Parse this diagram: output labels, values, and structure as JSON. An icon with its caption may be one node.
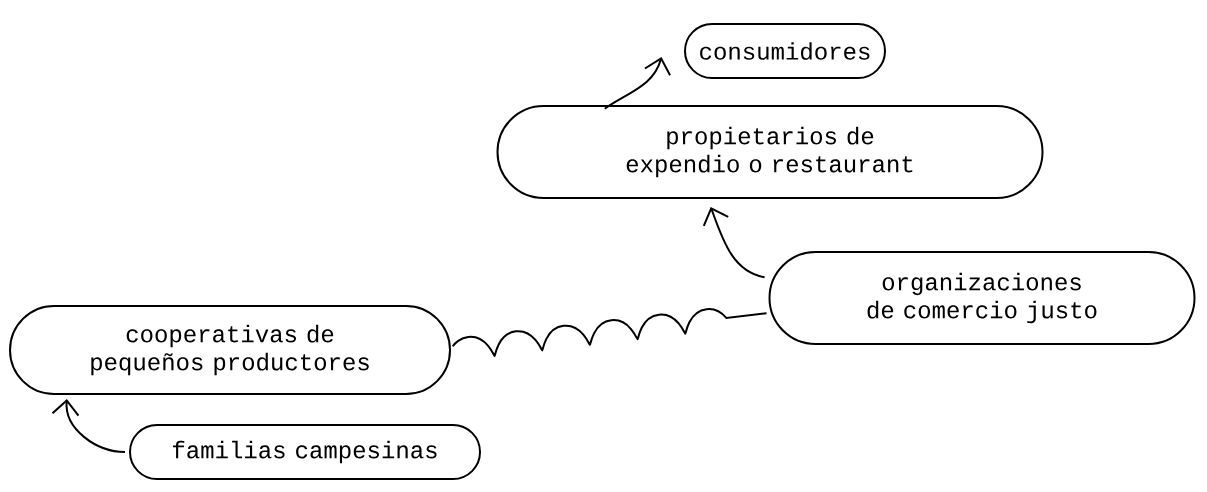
{
  "diagram": {
    "nodes": [
      {
        "text": [
          "consumidores"
        ]
      },
      {
        "text": [
          "propietarios de expendio o restaurant"
        ]
      },
      {
        "text": [
          "organizaciones de comercio justo"
        ]
      },
      {
        "text": [
          "cooperativas de pequeños productores"
        ]
      },
      {
        "text": [
          "familias campesinas"
        ]
      }
    ],
    "edges": [
      {
        "from": 4,
        "to": 3,
        "arrow": "to"
      },
      {
        "from": 3,
        "to": 2,
        "arrow": "none"
      },
      {
        "from": 2,
        "to": 1,
        "arrow": "to"
      },
      {
        "from": 1,
        "to": 0,
        "arrow": "to"
      }
    ]
  }
}
